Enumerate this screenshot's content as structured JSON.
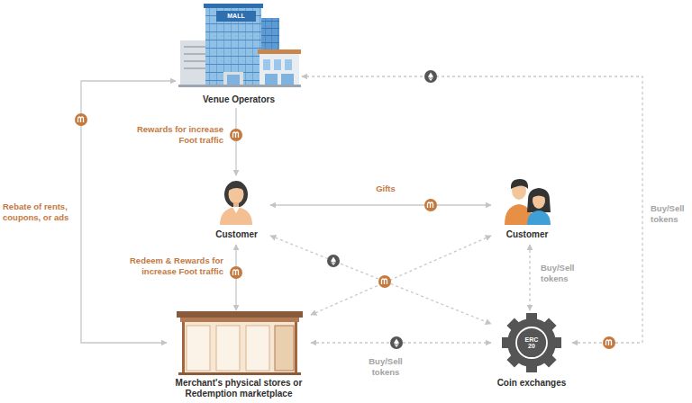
{
  "diagram": {
    "nodes": [
      {
        "text": [
          "Venue Operators"
        ]
      },
      {
        "text": [
          "Customer"
        ]
      },
      {
        "text": [
          "Customer"
        ]
      },
      {
        "text": [
          "Merchant's physical stores or Redemption marketplace"
        ]
      },
      {
        "text": [
          "ERC 20",
          "Coin exchanges"
        ]
      }
    ],
    "edges": [
      {
        "from": 0,
        "to": 1,
        "arrow": "to",
        "label": "Rewards for increase Foot traffic"
      },
      {
        "from": 1,
        "to": 2,
        "arrow": "both",
        "label": "Gifts"
      },
      {
        "from": 1,
        "to": 3,
        "arrow": "both",
        "label": "Redeem & Rewards for increase Foot traffic"
      },
      {
        "from": 3,
        "to": 0,
        "arrow": "both",
        "label": "Rebate of rents, coupons, or ads"
      },
      {
        "from": 3,
        "to": 4,
        "arrow": "both",
        "label": "Buy/Sell tokens"
      },
      {
        "from": 2,
        "to": 4,
        "arrow": "both",
        "label": "Buy/Sell tokens"
      },
      {
        "from": 4,
        "to": 0,
        "arrow": "both",
        "label": "Buy/Sell tokens"
      },
      {
        "from": 1,
        "to": 4,
        "arrow": "both"
      },
      {
        "from": 2,
        "to": 3,
        "arrow": "both"
      }
    ],
    "labels": [
      "MALL"
    ]
  }
}
